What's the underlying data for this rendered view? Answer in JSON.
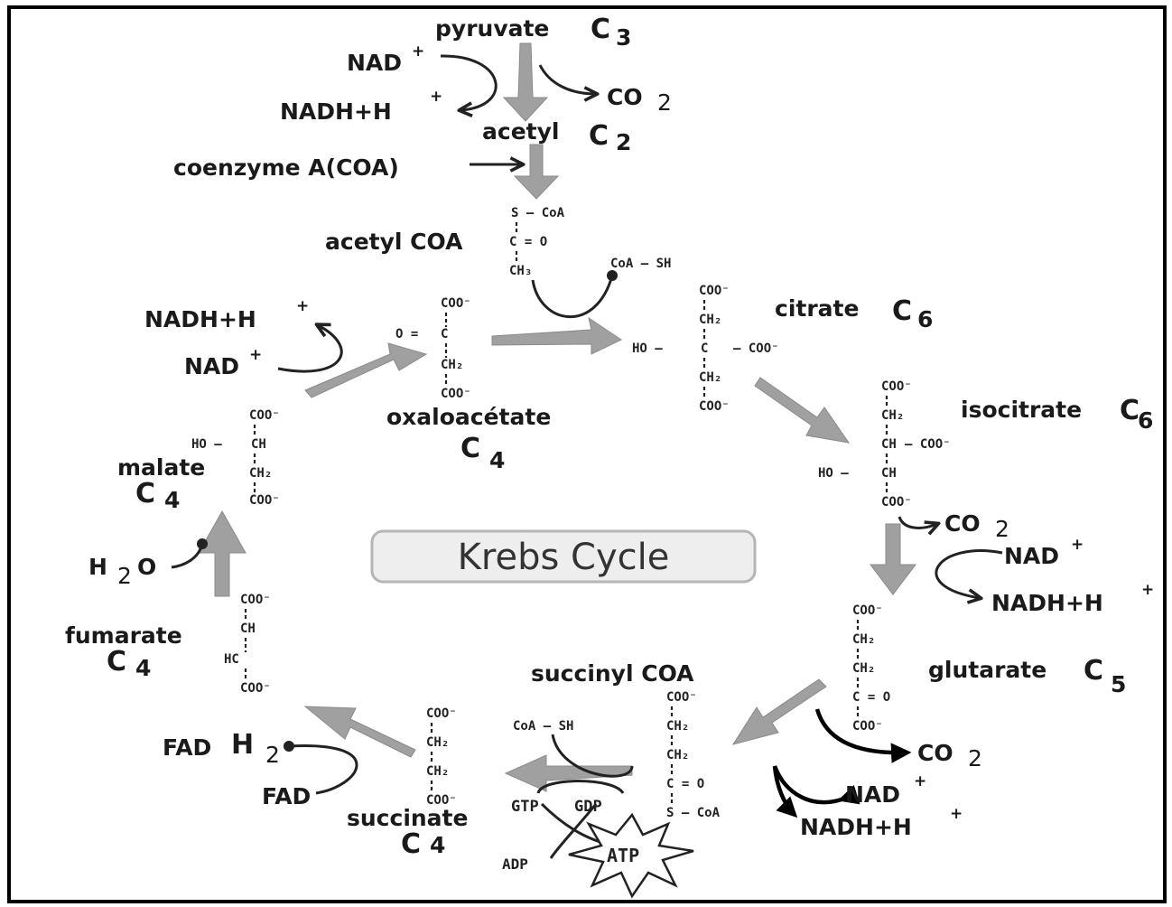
{
  "title": "Krebs Cycle",
  "labels": {
    "pyruvate": "pyruvate",
    "pyruvate_c": "C",
    "pyruvate_n": "3",
    "nad_top": "NAD",
    "plus": "+",
    "nadh_top": "NADH+H",
    "co2_top": "CO",
    "two": "2",
    "acetyl": "acetyl",
    "acetyl_c": "C",
    "acetyl_n": "2",
    "coenzyme": "coenzyme A(COA)",
    "acetyl_coa": "acetyl COA",
    "citrate": "citrate",
    "citrate_c": "C",
    "citrate_n": "6",
    "isocitrate": "isocitrate",
    "isocitrate_c": "C",
    "isocitrate_n": "6",
    "co2_iso": "CO",
    "nad_iso": "NAD",
    "nadh_iso": "NADH+H",
    "glutarate": "glutarate",
    "glutarate_c": "C",
    "glutarate_n": "5",
    "co2_glu": "CO",
    "nad_glu": "NAD",
    "nadh_glu": "NADH+H",
    "succinyl_coa": "succinyl COA",
    "succinate": "succinate",
    "succinate_c": "C",
    "succinate_n": "4",
    "fadh": "FAD",
    "fadh_h": "H",
    "fad": "FAD",
    "fumarate": "fumarate",
    "fumarate_c": "C",
    "fumarate_n": "4",
    "h2o_h": "H",
    "h2o_o": "O",
    "malate": "malate",
    "malate_c": "C",
    "malate_n": "4",
    "nadh_mal": "NADH+H",
    "nad_mal": "NAD",
    "oxaloacetate": "oxaloacétate",
    "oxalo_c": "C",
    "oxalo_n": "4",
    "gtp": "GTP",
    "gdp": "GDP",
    "adp": "ADP",
    "atp": "ATP"
  },
  "formulas": {
    "s_coa": "S — CoA",
    "c_eq_o": "C = O",
    "ch3": "CH₃",
    "coa_sh": "CoA — SH",
    "coo": "COO⁻",
    "ch2": "CH₂",
    "ch": "CH",
    "c": "C",
    "hc": "HC",
    "ho": "HO —",
    "o_eq": "O ="
  }
}
